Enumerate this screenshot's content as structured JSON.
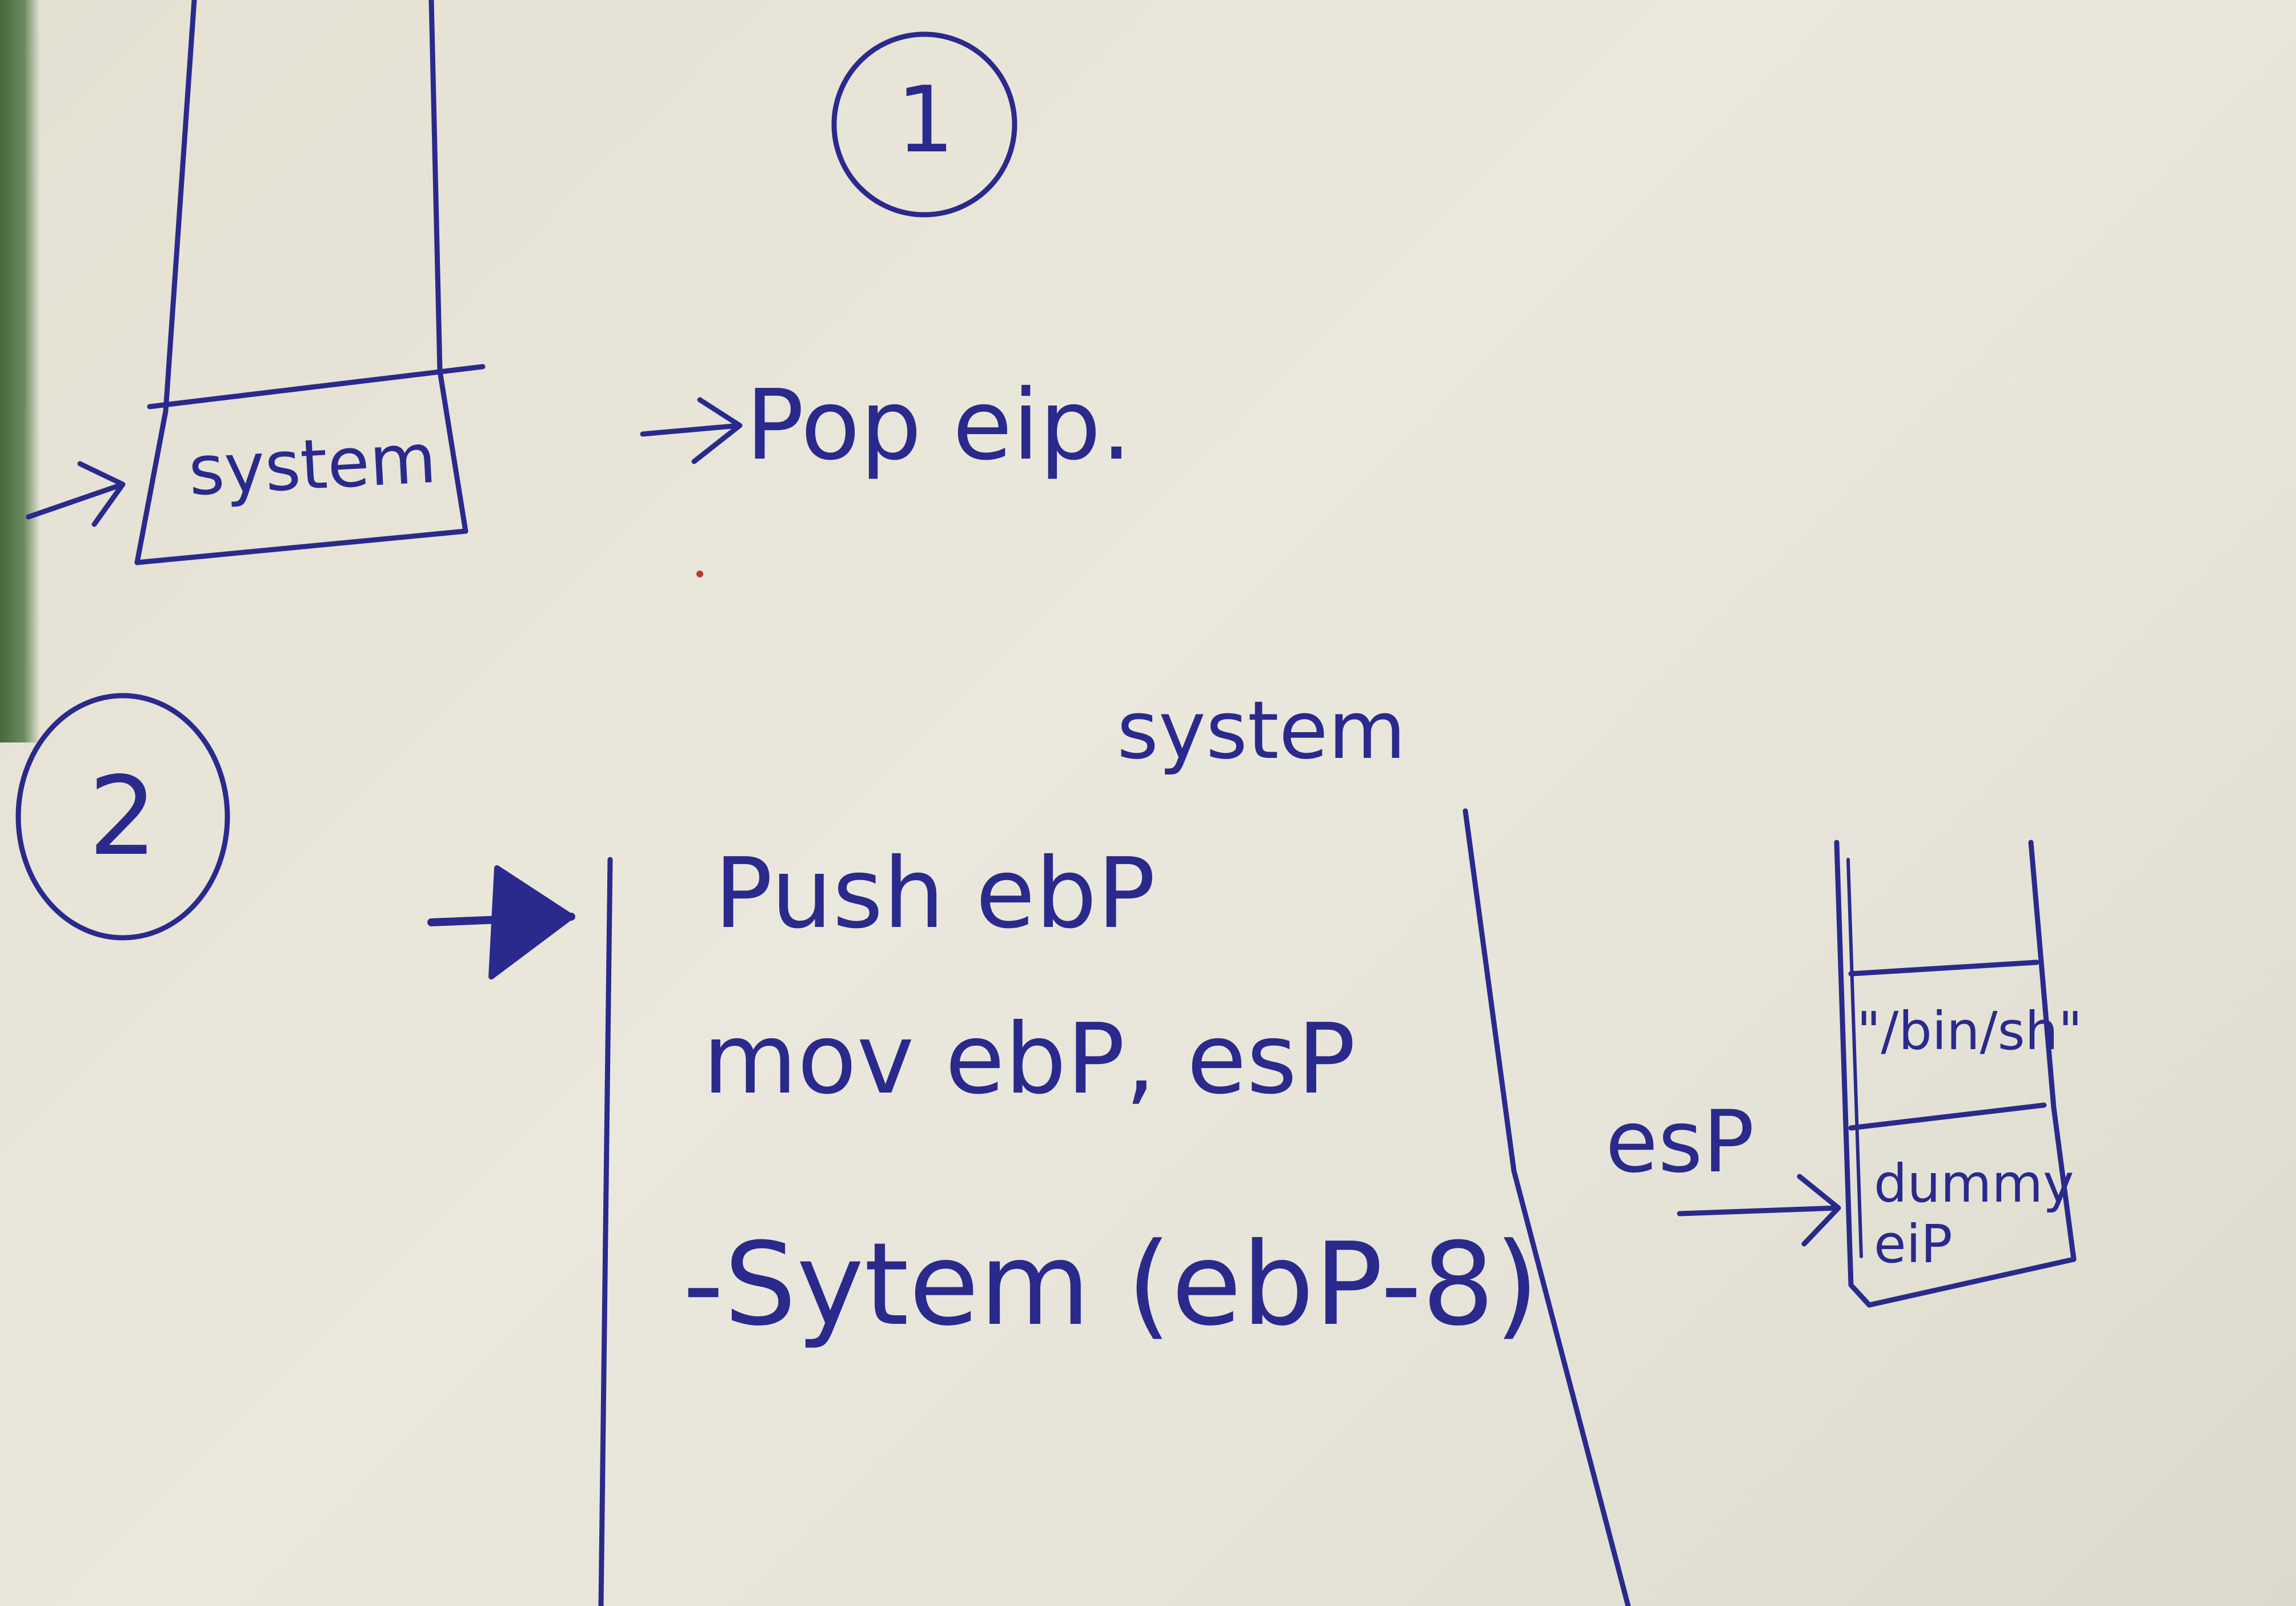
{
  "step1": {
    "number": "1",
    "stack_cell": "system",
    "instruction": "Pop eip."
  },
  "step2": {
    "number": "2",
    "function_name": "system",
    "code_lines": [
      "Push ebP",
      "mov ebP, esP",
      "-Sytem (ebP-8)"
    ]
  },
  "stack_diagram": {
    "pointer_label": "esP",
    "cells": [
      "\"/bin/sh\"",
      "dummy eiP"
    ]
  },
  "colors": {
    "ink": "#2a2a8c",
    "paper": "#e8e5da",
    "table_edge": "#4f7045"
  }
}
